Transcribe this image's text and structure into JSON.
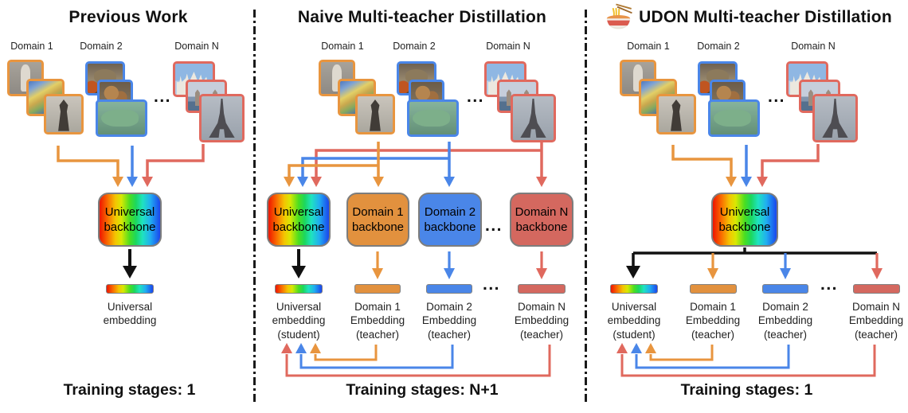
{
  "colors": {
    "domain1_orange": "#E8953F",
    "domain2_blue": "#4A86E8",
    "domainN_red": "#E0695E",
    "arrow_black": "#111111",
    "universal_rainbow": "linear red-orange-yellow-green-cyan-blue"
  },
  "images": {
    "domain1": [
      "statue",
      "painting",
      "sphinx"
    ],
    "domain2": [
      "bird",
      "mushrooms",
      "fish"
    ],
    "domainN": [
      "cathedral",
      "tower-bridge",
      "eiffel-tower"
    ]
  },
  "panels": [
    {
      "title": "Previous Work",
      "domain_labels": [
        "Domain 1",
        "Domain 2",
        "Domain N"
      ],
      "ellipsis": "...",
      "backbones": [
        {
          "label": "Universal backbone",
          "color": "rainbow"
        }
      ],
      "embedding_labels": [
        "Universal embedding"
      ],
      "training_stages": "Training stages: 1"
    },
    {
      "title": "Naive Multi-teacher Distillation",
      "domain_labels": [
        "Domain 1",
        "Domain 2",
        "Domain N"
      ],
      "ellipsis": "...",
      "backbones": [
        {
          "label": "Universal backbone",
          "color": "rainbow"
        },
        {
          "label": "Domain 1 backbone",
          "color": "#E8953F"
        },
        {
          "label": "Domain 2 backbone",
          "color": "#4A86E8"
        },
        {
          "label": "Domain N backbone",
          "color": "#E0695E"
        }
      ],
      "embedding_labels": [
        "Universal embedding (student)",
        "Domain 1 Embedding (teacher)",
        "Domain 2 Embedding (teacher)",
        "Domain N Embedding (teacher)"
      ],
      "training_stages": "Training stages: N+1"
    },
    {
      "title": "UDON Multi-teacher Distillation",
      "title_icon": "noodle-bowl",
      "domain_labels": [
        "Domain 1",
        "Domain 2",
        "Domain N"
      ],
      "ellipsis": "...",
      "backbones": [
        {
          "label": "Universal backbone",
          "color": "rainbow"
        }
      ],
      "embedding_labels": [
        "Universal embedding (student)",
        "Domain 1 Embedding (teacher)",
        "Domain 2 Embedding (teacher)",
        "Domain N Embedding (teacher)"
      ],
      "training_stages": "Training stages: 1"
    }
  ]
}
